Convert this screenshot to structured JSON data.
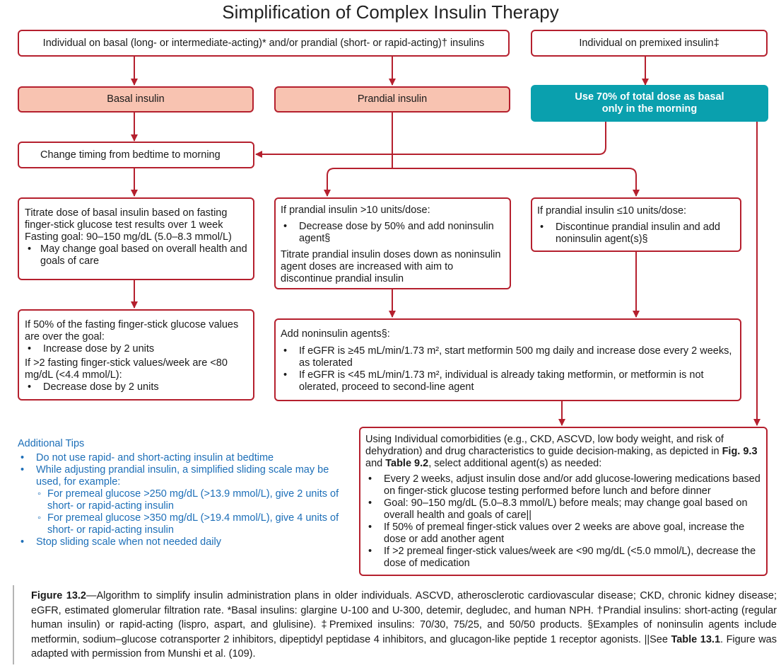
{
  "title": "Simplification of Complex Insulin Therapy",
  "boxes": {
    "individual_basal_prandial": "Individual on basal (long- or intermediate-acting)* and/or prandial (short- or rapid-acting)† insulins",
    "individual_premixed": "Individual on premixed insulin‡",
    "basal_insulin": "Basal insulin",
    "prandial_insulin": "Prandial insulin",
    "use_70_line1": "Use 70% of total dose as basal",
    "use_70_line2": "only in the morning",
    "change_timing": "Change timing from bedtime to morning",
    "titrate_basal": {
      "text": "Titrate dose of basal insulin based on fasting finger-stick glucose test results over 1 week",
      "goal": "Fasting goal: 90–150 mg/dL (5.0–8.3  mmol/L)",
      "bullet": "May change goal based on overall health and goals of care"
    },
    "prandial_gt10": {
      "heading": "If prandial insulin >10 units/dose:",
      "bullet": "Decrease dose by 50% and add noninsulin agent§",
      "text": "Titrate prandial insulin doses down as noninsulin agent doses are increased with  aim to discontinue prandial insulin"
    },
    "prandial_le10": {
      "heading": "If prandial insulin ≤10 units/dose:",
      "bullet": "Discontinue prandial insulin and  add noninsulin agent(s)§"
    },
    "fasting_adjust": {
      "text1": "If 50% of the fasting finger-stick glucose values are over the goal:",
      "bullet1": "Increase dose by 2 units",
      "text2": "If >2 fasting finger-stick values/week are <80 mg/dL (<4.4 mmol/L):",
      "bullet2": "Decrease dose by 2 units"
    },
    "add_noninsulin": {
      "heading": "Add noninsulin agents§:",
      "bullet1": "If eGFR is ≥45 mL/min/1.73 m², start metformin 500 mg daily and increase dose every 2 weeks, as tolerated",
      "bullet2": "If eGFR is <45 mL/min/1.73 m², individual is already taking metformin, or metformin is not olerated,  proceed to second-line agent"
    },
    "comorbidities": {
      "text_a": "Using Individual comorbidities (e.g., CKD, ASCVD, low body weight, and risk of dehydration) and drug characteristics to guide decision-making, as depicted in ",
      "fig_ref": "Fig. 9.3",
      "text_b": " and ",
      "table_ref": "Table 9.2",
      "text_c": ", select additional agent(s) as needed:",
      "bullet1": "Every 2 weeks, adjust insulin dose and/or add glucose-lowering medications based on finger-stick glucose testing performed before lunch and before dinner",
      "bullet2": "Goal: 90–150 mg/dL (5.0–8.3 mmol/L) before meals; may change goal based on overall health and goals of care||",
      "bullet3": "If 50% of premeal finger-stick values over 2 weeks are above goal, increase the dose or add another agent",
      "bullet4": "If >2 premeal finger-stick values/week are <90 mg/dL (<5.0 mmol/L), decrease the dose of medication"
    }
  },
  "tips": {
    "heading": "Additional Tips",
    "item1": "Do not use rapid- and short-acting insulin at bedtime",
    "item2": "While adjusting prandial insulin, a simplified sliding scale may be used, for example:",
    "sub1": "For premeal glucose >250 mg/dL (>13.9 mmol/L), give 2 units of short- or rapid-acting insulin",
    "sub2": "For premeal glucose >350 mg/dL (>19.4 mmol/L), give 4 units of short- or rapid-acting insulin",
    "item3": "Stop sliding scale when not needed daily"
  },
  "caption": {
    "label": "Figure 13.2",
    "text_a": "—Algorithm to simplify insulin administration plans in older individuals. ASCVD, atherosclerotic cardiovascular disease; CKD, chronic kidney disease; eGFR, estimated glomerular filtration rate. *Basal insulins: glargine U-100 and U-300, detemir, degludec, and human NPH. †Prandial insulins: short-acting (regular human insulin) or rapid-acting (lispro, aspart, and glulisine). ‡Premixed insulins: 70/30, 75/25, and 50/50 products. §Examples of noninsulin agents include metformin, sodium–glucose cotransporter 2 inhibitors, dipeptidyl peptidase 4 inhibitors, and glucagon-like peptide 1 receptor agonists. ||See ",
    "table_ref": "Table 13.1",
    "text_b": ". Figure was adapted with permission from Munshi et al. (109)."
  },
  "colors": {
    "border": "#b5202e",
    "pink_fill": "#f8c3b1",
    "teal_fill": "#0aa0ae",
    "tips_text": "#1d6fb8"
  }
}
